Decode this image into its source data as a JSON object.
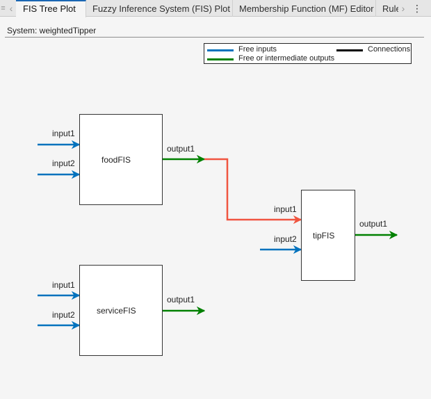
{
  "tabs": [
    {
      "label": "FIS Tree Plot",
      "active": true
    },
    {
      "label": "Fuzzy Inference System (FIS) Plot",
      "active": false
    },
    {
      "label": "Membership Function (MF) Editor",
      "active": false
    },
    {
      "label": "Rule",
      "active": false
    }
  ],
  "tab_controls": {
    "menu_icon": "≡",
    "prev_icon": "‹",
    "next_icon": "›",
    "more_icon": "⋮"
  },
  "system": {
    "label": "System: weightedTipper"
  },
  "legend": {
    "free_inputs": "Free inputs",
    "free_outputs": "Free or intermediate outputs",
    "connections": "Connections"
  },
  "colors": {
    "free_input": "#0072bd",
    "free_output": "#008000",
    "connection": "#f05540",
    "legend_connection": "#000000"
  },
  "fis": {
    "food": {
      "name": "foodFIS",
      "input1": "input1",
      "input2": "input2",
      "output1": "output1"
    },
    "service": {
      "name": "serviceFIS",
      "input1": "input1",
      "input2": "input2",
      "output1": "output1"
    },
    "tip": {
      "name": "tipFIS",
      "input1": "input1",
      "input2": "input2",
      "output1": "output1"
    }
  }
}
